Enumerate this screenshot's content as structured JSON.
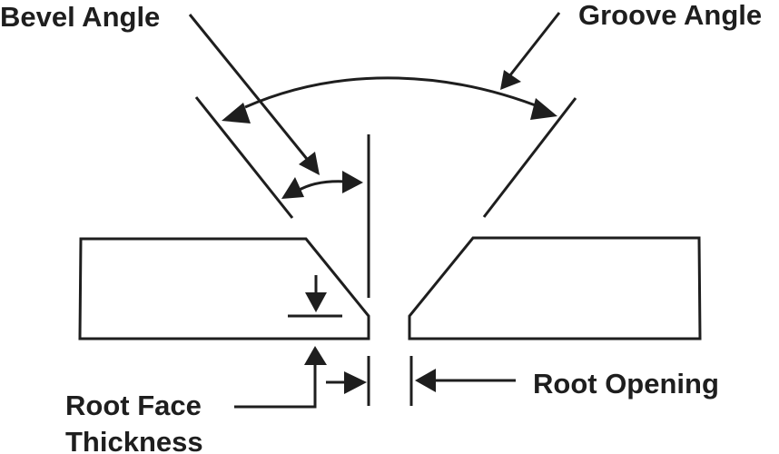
{
  "diagram": {
    "type": "weld-joint-nomenclature",
    "joint": "single V-groove butt joint",
    "ink_color": "#1e1e1e",
    "background_color": "#ffffff",
    "labels": {
      "bevel_angle": "Bevel Angle",
      "groove_angle": "Groove Angle",
      "root_face_line1": "Root Face",
      "root_face_line2": "Thickness",
      "root_opening": "Root Opening"
    }
  }
}
